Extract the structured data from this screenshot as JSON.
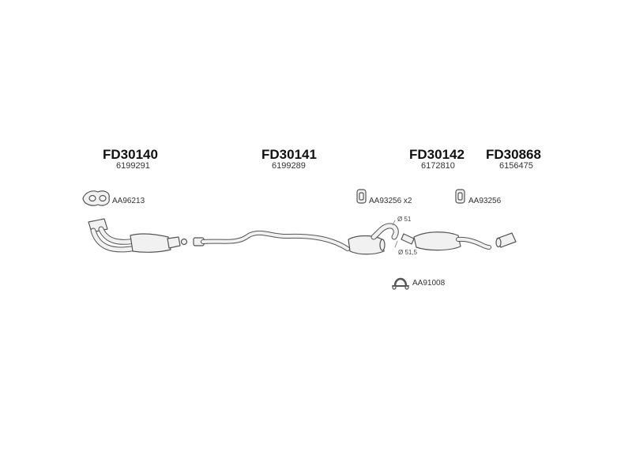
{
  "groups": [
    {
      "code": "FD30140",
      "part_number": "6199291"
    },
    {
      "code": "FD30141",
      "part_number": "6199289"
    },
    {
      "code": "FD30142",
      "part_number": "6172810"
    },
    {
      "code": "FD30868",
      "part_number": "6156475"
    }
  ],
  "accessories": {
    "gasket": "AA96213",
    "hanger_pair": "AA93256 x2",
    "hanger_single": "AA93256",
    "clamp": "AA91008"
  },
  "dimensions": {
    "d1": "Ø 51",
    "d2": "Ø 51,5"
  }
}
